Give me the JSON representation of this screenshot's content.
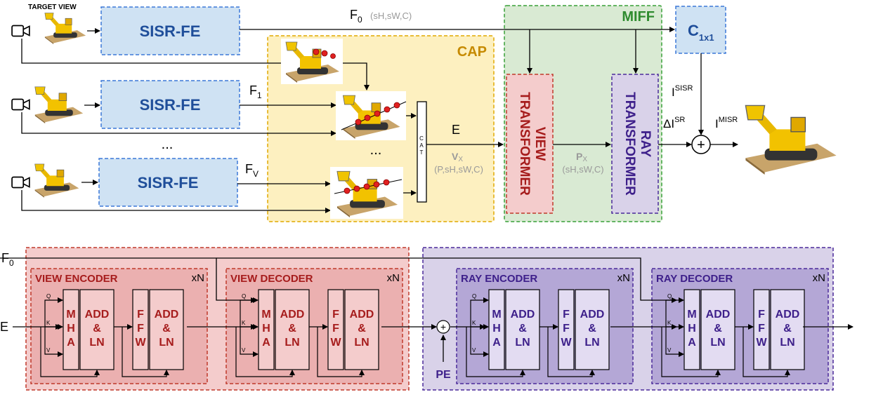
{
  "top": {
    "target_view_label": "TARGET VIEW",
    "sisr_fe_label": "SISR-FE",
    "f0": "F",
    "f0_sub": "0",
    "f0_dims": "(sH,sW,C)",
    "f1": "F",
    "f1_sub": "1",
    "fv": "F",
    "fv_sub": "V",
    "dots": "...",
    "cap_label": "CAP",
    "miff_label": "MIFF",
    "cat_label": "CAT",
    "e_label": "E",
    "vx_main": "V",
    "vx_sub": "X",
    "vx_dims": "(P,sH,sW,C)",
    "px_main": "P",
    "px_sub": "X",
    "px_dims": "(sH,sW,C)",
    "view_transformer": "VIEW TRANSFORMER",
    "ray_transformer": "RAY TRANSFORMER",
    "c1x1_main": "C",
    "c1x1_sub": "1x1",
    "isisr_main": "I",
    "isisr_sup": "SISR",
    "delta_isr_main": "ΔI",
    "delta_isr_sup": "SR",
    "imisr_main": "I",
    "imisr_sup": "MISR",
    "plus": "+"
  },
  "bottom": {
    "f0": "F",
    "f0_sub": "0",
    "e_label": "E",
    "pe_label": "PE",
    "xn": "xN",
    "view_encoder": "VIEW ENCODER",
    "view_decoder": "VIEW DECODER",
    "ray_encoder": "RAY ENCODER",
    "ray_decoder": "RAY DECODER",
    "q": "Q",
    "k": "K",
    "v": "V",
    "mha": [
      "M",
      "H",
      "A"
    ],
    "ffw": [
      "F",
      "F",
      "W"
    ],
    "addln": [
      "ADD",
      "&",
      "LN"
    ]
  },
  "colors": {
    "sisr_fill": "#cfe2f3",
    "sisr_stroke": "#3c78d8",
    "sisr_text": "#1f4e9a",
    "cap_fill": "#fdf0c0",
    "cap_stroke": "#e0a800",
    "cap_text": "#c68a00",
    "miff_fill": "#d9ead3",
    "miff_stroke": "#38a038",
    "miff_text": "#2e8b2e",
    "view_fill": "#f4cccc",
    "view_stroke": "#c0392b",
    "view_text": "#a61c1c",
    "ray_fill": "#d9d2e9",
    "ray_stroke": "#4b2a9a",
    "ray_text": "#3d1f8a"
  }
}
